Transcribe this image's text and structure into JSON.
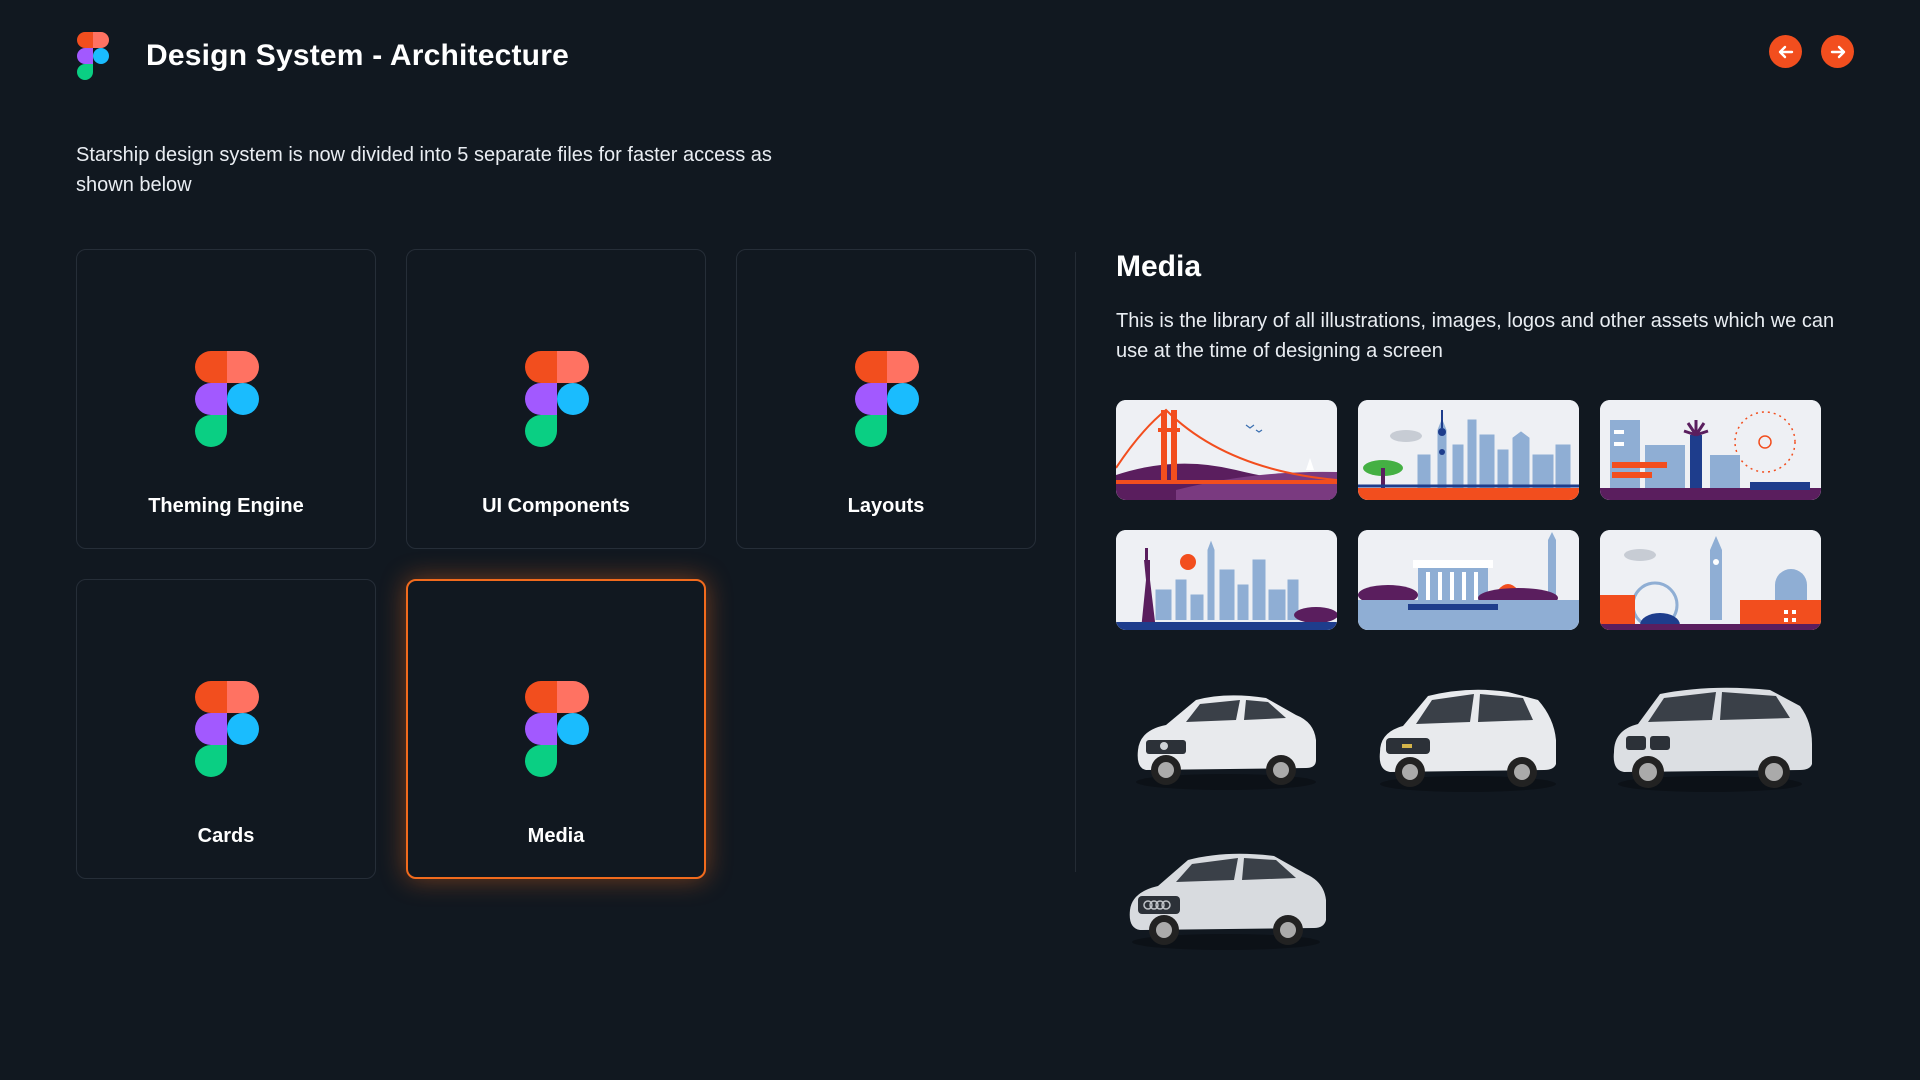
{
  "header": {
    "title": "Design System - Architecture",
    "logo_icon": "figma-logo-icon",
    "prev_icon": "arrow-left-icon",
    "next_icon": "arrow-right-icon"
  },
  "intro": "Starship design system is now divided into 5 separate files for faster access as shown below",
  "tiles": [
    {
      "label": "Theming Engine",
      "icon": "figma-logo-icon",
      "selected": false
    },
    {
      "label": "UI Components",
      "icon": "figma-logo-icon",
      "selected": false
    },
    {
      "label": "Layouts",
      "icon": "figma-logo-icon",
      "selected": false
    },
    {
      "label": "Cards",
      "icon": "figma-logo-icon",
      "selected": false
    },
    {
      "label": "Media",
      "icon": "figma-logo-icon",
      "selected": true
    }
  ],
  "media": {
    "title": "Media",
    "description": "This is the library of all illustrations, images, logos and other assets which we can use at the time of designing a screen",
    "illustrations": [
      "golden-gate-bridge-illustration",
      "shanghai-skyline-illustration",
      "city-ferris-wheel-illustration",
      "new-york-liberty-illustration",
      "washington-memorial-illustration",
      "london-skyline-illustration"
    ],
    "cars": [
      "nissan-sedan-image",
      "chevrolet-hatchback-image",
      "bmw-suv-image",
      "audi-sedan-image"
    ]
  },
  "colors": {
    "background": "#111820",
    "accent": "#f24e1e",
    "selected_border": "#f26b1d",
    "figma_red": "#f24e1e",
    "figma_orange": "#ff7262",
    "figma_purple": "#a259ff",
    "figma_blue": "#1abcfe",
    "figma_green": "#0acf83"
  }
}
